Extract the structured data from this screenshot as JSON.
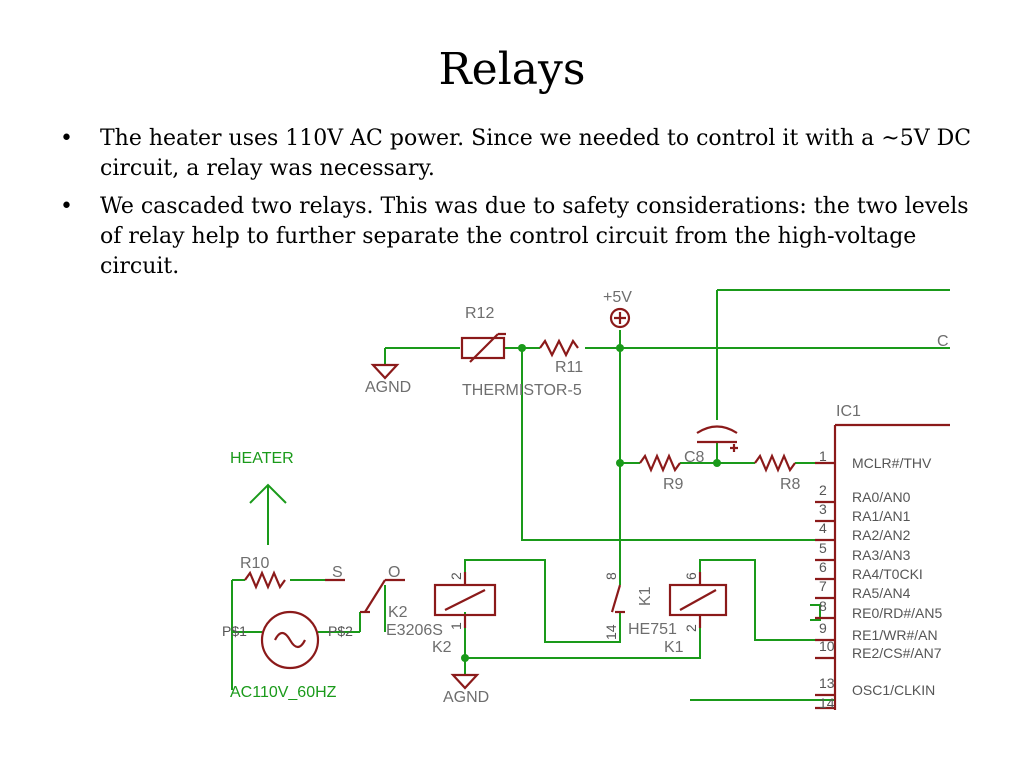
{
  "slide": {
    "title": "Relays",
    "bullets": [
      "The heater uses 110V AC power. Since we needed to control it with a ~5V DC circuit, a relay was necessary.",
      "We cascaded two relays. This was due to safety considerations: the two levels of relay help to further separate the control circuit from the high-voltage circuit."
    ]
  },
  "schematic": {
    "labels": {
      "r12": "R12",
      "r11": "R11",
      "vcc": "+5V",
      "agnd_top": "AGND",
      "thermistor": "THERMISTOR-5",
      "ic1": "IC1",
      "c8": "C8",
      "r9": "R9",
      "r8": "R8",
      "heater": "HEATER",
      "r10": "R10",
      "switch_s": "S",
      "switch_o": "O",
      "k2_top": "K2",
      "k2_part": "E3206S",
      "k2_bottom": "K2",
      "k1_top": "K1",
      "k1_part": "HE751",
      "k1_bottom": "K1",
      "ps1": "P$1",
      "ps2": "P$2",
      "ac_source": "AC110V_60HZ",
      "agnd_bottom": "AGND",
      "offscreen_c": "C"
    },
    "relay_pins": {
      "k2_coil_top": "2",
      "k2_coil_bottom": "1",
      "k1_coil_top": "6",
      "k1_coil_bottom": "2",
      "k1_switch_top": "8",
      "k1_switch_bottom": "14"
    },
    "ic_pins": [
      {
        "num": "1",
        "name": "MCLR#/THV"
      },
      {
        "num": "2",
        "name": "RA0/AN0"
      },
      {
        "num": "3",
        "name": "RA1/AN1"
      },
      {
        "num": "4",
        "name": "RA2/AN2"
      },
      {
        "num": "5",
        "name": "RA3/AN3"
      },
      {
        "num": "6",
        "name": "RA4/T0CKI"
      },
      {
        "num": "7",
        "name": "RA5/AN4"
      },
      {
        "num": "8",
        "name": "RE0/RD#/AN5"
      },
      {
        "num": "9",
        "name": "RE1/WR#/AN"
      },
      {
        "num": "10",
        "name": "RE2/CS#/AN7"
      },
      {
        "num": "13",
        "name": "OSC1/CLKIN"
      },
      {
        "num": "14",
        "name": ""
      }
    ],
    "colors": {
      "wire": "#1a9a1a",
      "component": "#8b1a1a",
      "label": "#6e6e6e"
    }
  }
}
